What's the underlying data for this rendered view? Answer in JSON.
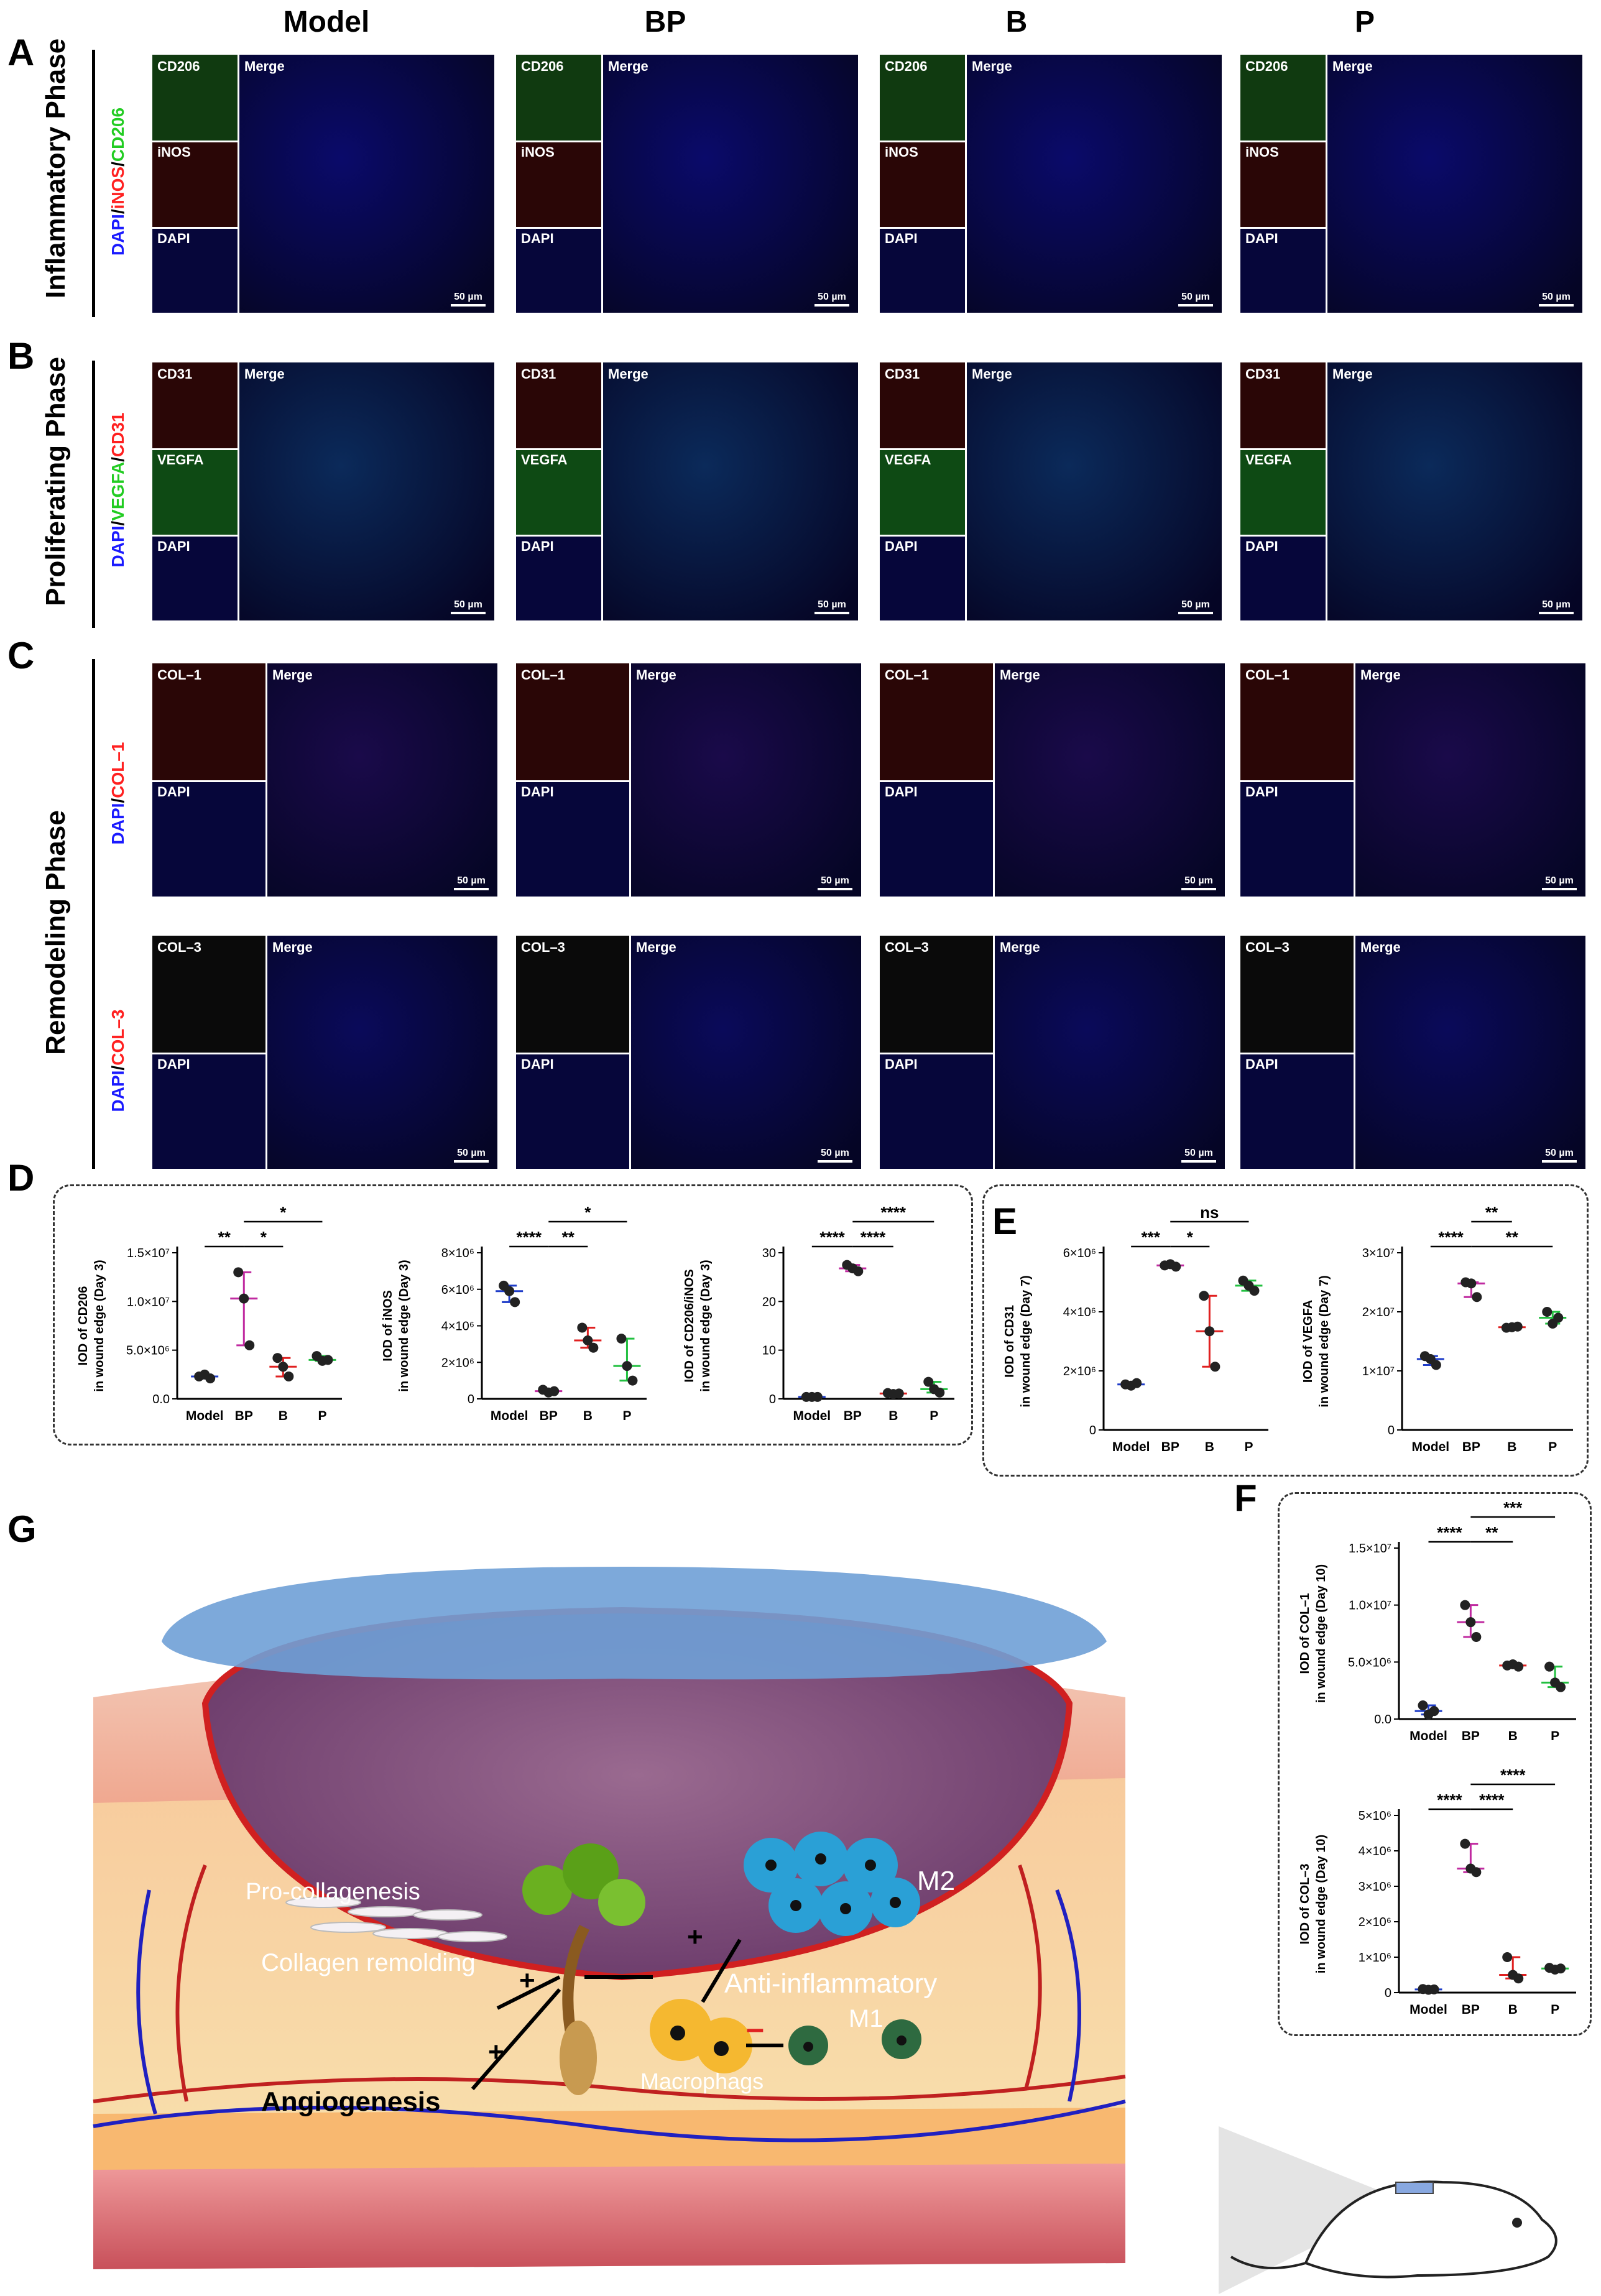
{
  "panel_letters": {
    "A": "A",
    "B": "B",
    "C": "C",
    "D": "D",
    "E": "E",
    "F": "F",
    "G": "G"
  },
  "columns": [
    "Model",
    "BP",
    "B",
    "P"
  ],
  "phases": {
    "a": "Inflammatory Phase",
    "b": "Proliferating Phase",
    "c": "Remodeling Phase"
  },
  "stains": {
    "a": [
      {
        "t": "DAPI",
        "c": "#1a1aff"
      },
      {
        "t": "/",
        "c": "#000"
      },
      {
        "t": "iNOS",
        "c": "#ff2020"
      },
      {
        "t": "/",
        "c": "#000"
      },
      {
        "t": "CD206",
        "c": "#22cc22"
      }
    ],
    "b": [
      {
        "t": "DAPI",
        "c": "#1a1aff"
      },
      {
        "t": "/",
        "c": "#000"
      },
      {
        "t": "VEGFA",
        "c": "#22cc22"
      },
      {
        "t": "/",
        "c": "#000"
      },
      {
        "t": "CD31",
        "c": "#ff2020"
      }
    ],
    "c1": [
      {
        "t": "DAPI",
        "c": "#1a1aff"
      },
      {
        "t": "/",
        "c": "#000"
      },
      {
        "t": "COL–1",
        "c": "#ff2020"
      }
    ],
    "c2": [
      {
        "t": "DAPI",
        "c": "#1a1aff"
      },
      {
        "t": "/",
        "c": "#000"
      },
      {
        "t": "COL–3",
        "c": "#ff2020"
      }
    ]
  },
  "rows": [
    {
      "id": "a",
      "subs": [
        "CD206",
        "iNOS",
        "DAPI"
      ],
      "merge": "Merge",
      "scale": "50 µm",
      "subcolors": [
        "#103a10",
        "#2a0606",
        "#06063a"
      ],
      "mergecolor": "#0a0a6a"
    },
    {
      "id": "b",
      "subs": [
        "CD31",
        "VEGFA",
        "DAPI"
      ],
      "merge": "Merge",
      "scale": "50 µm",
      "subcolors": [
        "#2a0606",
        "#0e4a14",
        "#06063a"
      ],
      "mergecolor": "#0b2a5a"
    },
    {
      "id": "c1",
      "subs": [
        "COL–1",
        "DAPI"
      ],
      "merge": "Merge",
      "scale": "50 µm",
      "subcolors": [
        "#2a0606",
        "#06063a"
      ],
      "mergecolor": "#1a0a4a"
    },
    {
      "id": "c2",
      "subs": [
        "COL–3",
        "DAPI"
      ],
      "merge": "Merge",
      "scale": "50 µm",
      "subcolors": [
        "#0a0a0a",
        "#06063a"
      ],
      "mergecolor": "#0a0a5a"
    }
  ],
  "chart_data": [
    {
      "id": "D1",
      "type": "scatter",
      "ylabel": [
        "IOD of CD206",
        "in wound edge (Day 3)"
      ],
      "categories": [
        "Model",
        "BP",
        "B",
        "P"
      ],
      "yticks": [
        "0.0",
        "5.0×10⁶",
        "1.0×10⁷",
        "1.5×10⁷"
      ],
      "ylim": [
        0,
        15000000
      ],
      "points": [
        [
          2300000,
          2500000,
          2100000
        ],
        [
          13000000,
          10300000,
          5500000
        ],
        [
          4200000,
          3300000,
          2300000
        ],
        [
          4400000,
          3900000,
          4000000
        ]
      ],
      "sig": [
        {
          "a": 0,
          "b": 1,
          "t": "**",
          "lvl": 0
        },
        {
          "a": 1,
          "b": 2,
          "t": "*",
          "lvl": 0
        },
        {
          "a": 1,
          "b": 3,
          "t": "*",
          "lvl": 1
        }
      ]
    },
    {
      "id": "D2",
      "type": "scatter",
      "ylabel": [
        "IOD of iNOS",
        "in wound edge (Day 3)"
      ],
      "categories": [
        "Model",
        "BP",
        "B",
        "P"
      ],
      "yticks": [
        "0",
        "2×10⁶",
        "4×10⁶",
        "6×10⁶",
        "8×10⁶"
      ],
      "ylim": [
        0,
        8000000
      ],
      "points": [
        [
          6200000,
          5900000,
          5300000
        ],
        [
          500000,
          350000,
          420000
        ],
        [
          3900000,
          3200000,
          2800000
        ],
        [
          3300000,
          1800000,
          1000000
        ]
      ],
      "sig": [
        {
          "a": 0,
          "b": 1,
          "t": "****",
          "lvl": 0
        },
        {
          "a": 1,
          "b": 2,
          "t": "**",
          "lvl": 0
        },
        {
          "a": 1,
          "b": 3,
          "t": "*",
          "lvl": 1
        }
      ]
    },
    {
      "id": "D3",
      "type": "scatter",
      "ylabel": [
        "IOD of CD206/iNOS",
        "in wound edge (Day 3)"
      ],
      "categories": [
        "Model",
        "BP",
        "B",
        "P"
      ],
      "yticks": [
        "0",
        "10",
        "20",
        "30"
      ],
      "ylim": [
        0,
        30
      ],
      "points": [
        [
          0.4,
          0.4,
          0.4
        ],
        [
          27.5,
          26.8,
          26.2
        ],
        [
          1.2,
          1.0,
          1.1
        ],
        [
          3.5,
          2.0,
          1.3
        ]
      ],
      "sig": [
        {
          "a": 0,
          "b": 1,
          "t": "****",
          "lvl": 0
        },
        {
          "a": 1,
          "b": 2,
          "t": "****",
          "lvl": 0
        },
        {
          "a": 1,
          "b": 3,
          "t": "****",
          "lvl": 1
        }
      ]
    },
    {
      "id": "E1",
      "type": "scatter",
      "ylabel": [
        "IOD of CD31",
        "in wound edge (Day 7)"
      ],
      "categories": [
        "Model",
        "BP",
        "B",
        "P"
      ],
      "yticks": [
        "0",
        "2×10⁶",
        "4×10⁶",
        "6×10⁶"
      ],
      "ylim": [
        0,
        7000000
      ],
      "points": [
        [
          1800000,
          1750000,
          1850000
        ],
        [
          6500000,
          6550000,
          6450000
        ],
        [
          5300000,
          3900000,
          2500000
        ],
        [
          5900000,
          5700000,
          5500000
        ]
      ],
      "sig": [
        {
          "a": 0,
          "b": 1,
          "t": "***",
          "lvl": 0
        },
        {
          "a": 1,
          "b": 2,
          "t": "*",
          "lvl": 0
        },
        {
          "a": 1,
          "b": 3,
          "t": "ns",
          "lvl": 1
        }
      ]
    },
    {
      "id": "E2",
      "type": "scatter",
      "ylabel": [
        "IOD of VEGFA",
        "in wound edge (Day 7)"
      ],
      "categories": [
        "Model",
        "BP",
        "B",
        "P"
      ],
      "yticks": [
        "0",
        "1×10⁷",
        "2×10⁷",
        "3×10⁷"
      ],
      "ylim": [
        0,
        30000000
      ],
      "points": [
        [
          12500000,
          12000000,
          11000000
        ],
        [
          25000000,
          24800000,
          22500000
        ],
        [
          17300000,
          17400000,
          17500000
        ],
        [
          20000000,
          18000000,
          19000000
        ]
      ],
      "sig": [
        {
          "a": 0,
          "b": 1,
          "t": "****",
          "lvl": 0
        },
        {
          "a": 1,
          "b": 3,
          "t": "**",
          "lvl": 0
        },
        {
          "a": 1,
          "b": 2,
          "t": "**",
          "lvl": 1
        }
      ]
    },
    {
      "id": "F1",
      "type": "scatter",
      "ylabel": [
        "IOD of COL–1",
        "in wound edge (Day 10)"
      ],
      "categories": [
        "Model",
        "BP",
        "B",
        "P"
      ],
      "yticks": [
        "0.0",
        "5.0×10⁶",
        "1.0×10⁷",
        "1.5×10⁷"
      ],
      "ylim": [
        0,
        15000000
      ],
      "points": [
        [
          1200000,
          400000,
          700000
        ],
        [
          10000000,
          8500000,
          7200000
        ],
        [
          4700000,
          4800000,
          4600000
        ],
        [
          4600000,
          3200000,
          2800000
        ]
      ],
      "sig": [
        {
          "a": 0,
          "b": 1,
          "t": "****",
          "lvl": 0
        },
        {
          "a": 1,
          "b": 2,
          "t": "**",
          "lvl": 0
        },
        {
          "a": 1,
          "b": 3,
          "t": "***",
          "lvl": 1
        }
      ]
    },
    {
      "id": "F2",
      "type": "scatter",
      "ylabel": [
        "IOD of COL–3",
        "in wound edge (Day 10)"
      ],
      "categories": [
        "Model",
        "BP",
        "B",
        "P"
      ],
      "yticks": [
        "0",
        "1×10⁶",
        "2×10⁶",
        "3×10⁶",
        "4×10⁶",
        "5×10⁶"
      ],
      "ylim": [
        0,
        5000000
      ],
      "points": [
        [
          100000,
          80000,
          90000
        ],
        [
          4200000,
          3500000,
          3400000
        ],
        [
          1000000,
          500000,
          400000
        ],
        [
          700000,
          650000,
          680000
        ]
      ],
      "sig": [
        {
          "a": 0,
          "b": 1,
          "t": "****",
          "lvl": 0
        },
        {
          "a": 1,
          "b": 2,
          "t": "****",
          "lvl": 0
        },
        {
          "a": 1,
          "b": 3,
          "t": "****",
          "lvl": 1
        }
      ]
    }
  ],
  "group_colors": [
    "#1e3cc8",
    "#c02aa0",
    "#e02020",
    "#22c040"
  ],
  "illustration": {
    "pro_collagenesis": "Pro-collagenesis",
    "collagen_remolding": "Collagen remolding",
    "angiogenesis": "Angiogenesis",
    "macrophags": "Macrophags",
    "m2": "M2",
    "m1": "M1",
    "anti_inflammatory": "Anti-inflammatory",
    "plus": "+",
    "minus": "–"
  }
}
